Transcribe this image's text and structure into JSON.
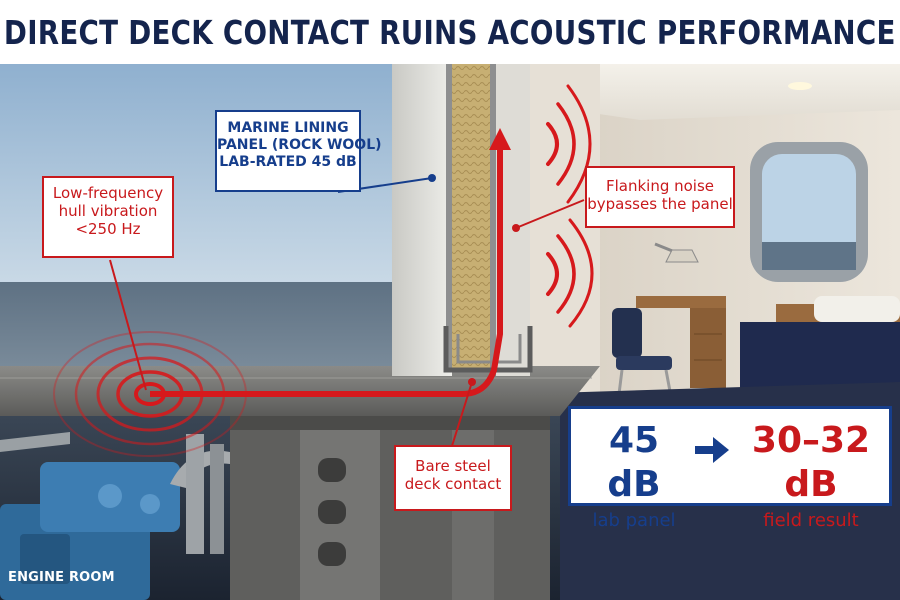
{
  "title": "DIRECT DECK CONTACT RUINS ACOUSTIC PERFORMANCE",
  "callouts": {
    "marine_panel": [
      "MARINE LINING",
      "PANEL (ROCK WOOL)",
      "LAB-RATED 45 dB"
    ],
    "hull_vibration": [
      "Low-frequency",
      "hull vibration",
      "<250 Hz"
    ],
    "flanking": [
      "Flanking noise",
      "bypasses the panel"
    ],
    "deck_contact": [
      "Bare steel",
      "deck contact"
    ]
  },
  "result": {
    "lab_value": "45 dB",
    "lab_label": "lab panel",
    "field_value": "30–32 dB",
    "field_label": "field result"
  },
  "engine_room_label": "ENGINE ROOM",
  "colors": {
    "accent_red": "#c8191c",
    "accent_blue": "#163e8c",
    "title_navy": "#14244d",
    "sea": "#6f8294",
    "sky": "#a9c4dc",
    "steel": "#6c6c6a",
    "rock_wool": "#c8b27a",
    "cabin_wall": "#e3dcd0",
    "carpet": "#27304a"
  },
  "icons": {
    "vibration_rings": "concentric-ring-vibration-icon",
    "sound_waves": "sound-wave-arcs-icon",
    "result_arrow": "arrow-right-icon"
  }
}
